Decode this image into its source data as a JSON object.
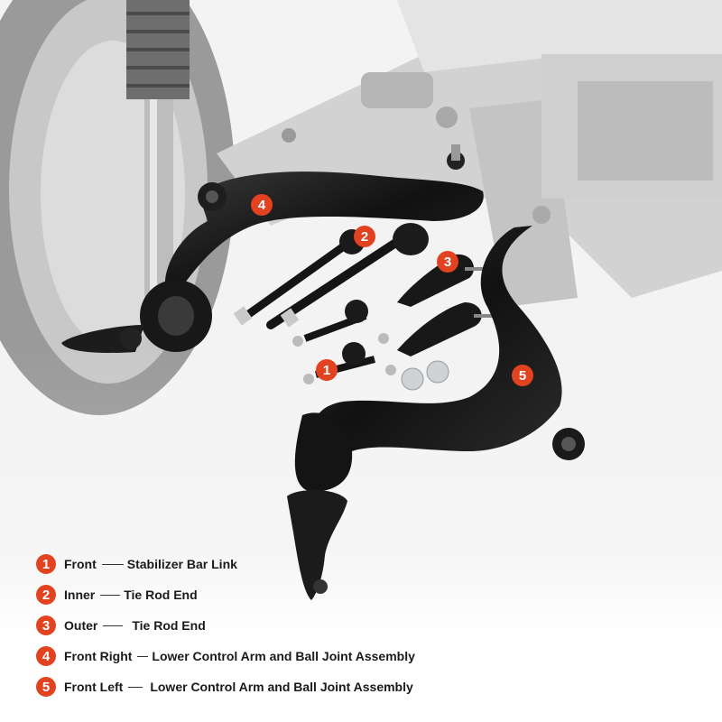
{
  "legend": [
    {
      "num": "1",
      "position": "Front",
      "part": "Stabilizer Bar Link"
    },
    {
      "num": "2",
      "position": "Inner",
      "part": "Tie Rod End"
    },
    {
      "num": "3",
      "position": "Outer",
      "part": "Tie Rod End"
    },
    {
      "num": "4",
      "position": "Front Right",
      "part": "Lower Control Arm and Ball Joint Assembly"
    },
    {
      "num": "5",
      "position": "Front Left",
      "part": "Lower Control Arm and Ball Joint Assembly"
    }
  ],
  "callouts": [
    "1",
    "2",
    "3",
    "4",
    "5"
  ],
  "colors": {
    "badge": "#e2421f",
    "part": "#1b1b1b",
    "background": "#ffffff"
  }
}
